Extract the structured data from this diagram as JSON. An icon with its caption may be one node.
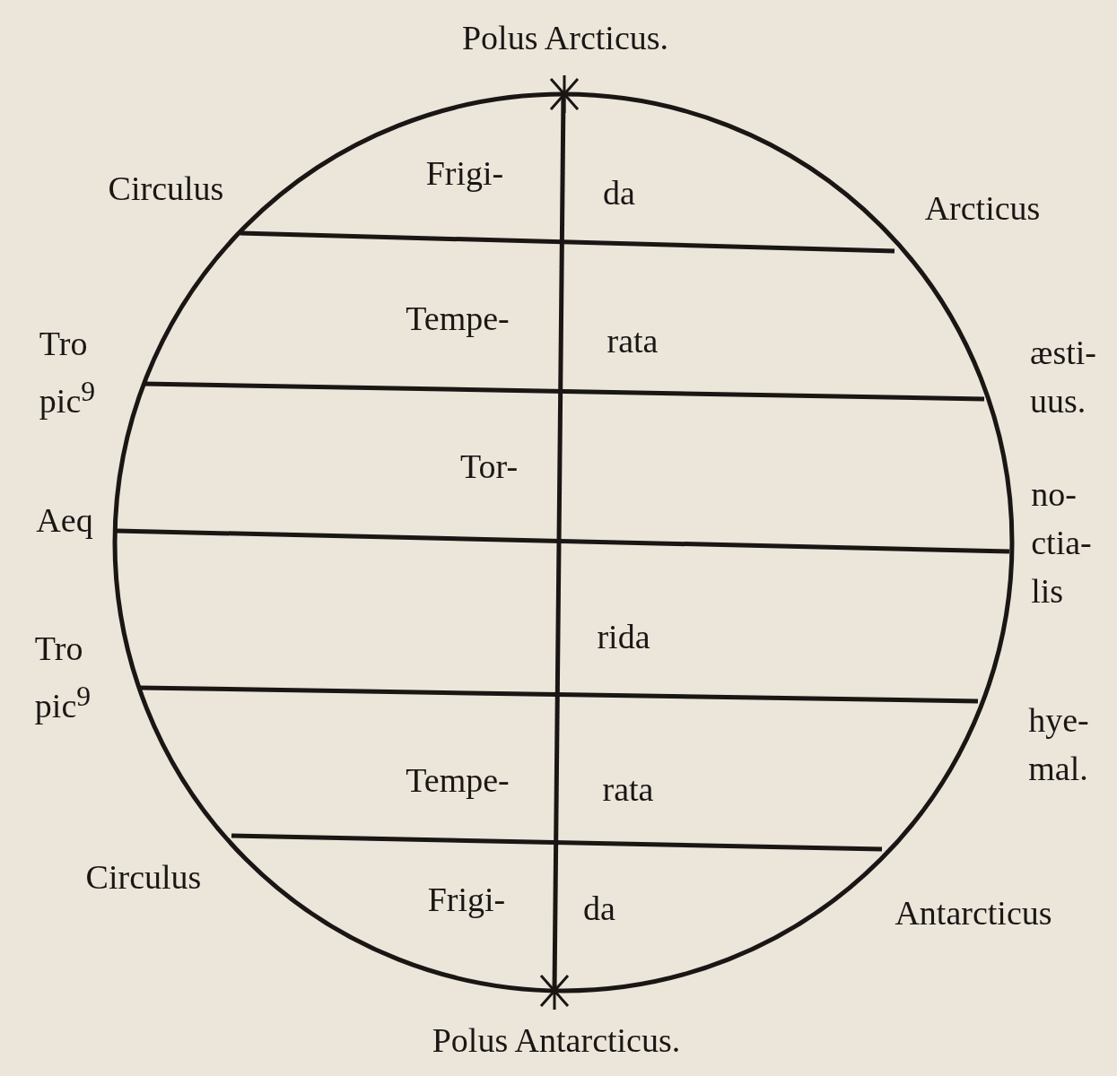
{
  "diagram": {
    "labels": [
      "Polus Arcticus.",
      "Circulus",
      "Frigi-",
      "da",
      "Arcticus",
      "Tro pic$^{9}$",
      "Tempe-",
      "rata",
      "æsti- uus.",
      "Tor-",
      "Aeq",
      "no- ctia- lis",
      "rida",
      "Tro pic$^{9}$",
      "hye- mal.",
      "Tempe-",
      "rata",
      "Circulus",
      "Frigi-",
      "da",
      "Antarcticus",
      "Polus Antarcticus."
    ]
  }
}
